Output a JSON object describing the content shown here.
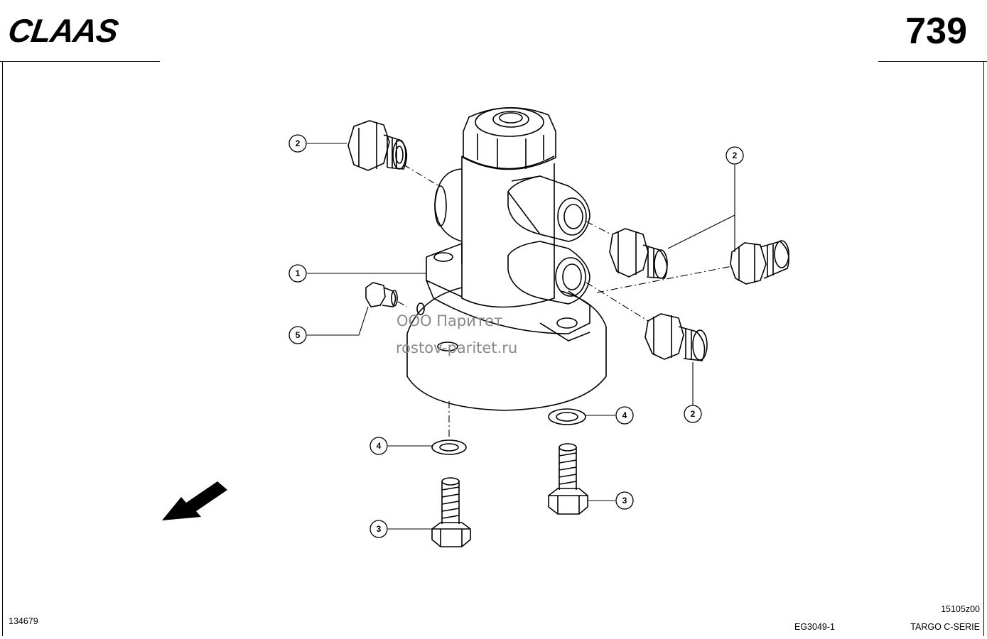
{
  "header": {
    "brand": "CLAAS",
    "page_number": "739"
  },
  "footer": {
    "left_code": "134679",
    "drawing_code": "15105z00",
    "group_code": "EG3049-1",
    "series": "TARGO C-SERIE"
  },
  "watermark": {
    "line1": "ООО Паритет",
    "line2": "rostov-paritet.ru"
  },
  "callouts": {
    "c1": "1",
    "c2a": "2",
    "c2b": "2",
    "c2c": "2",
    "c3a": "3",
    "c3b": "3",
    "c4a": "4",
    "c4b": "4",
    "c5": "5"
  }
}
